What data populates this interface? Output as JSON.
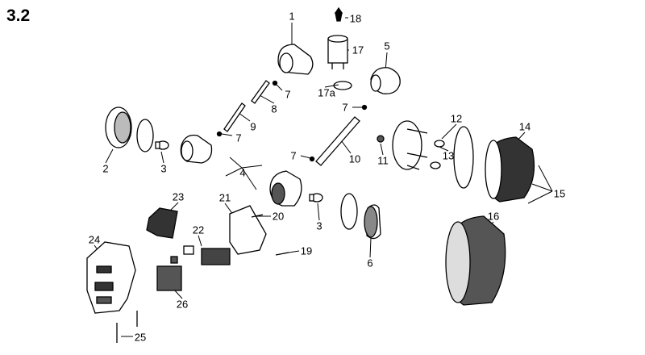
{
  "figure_number": "3.2",
  "labels": [
    "1",
    "18",
    "17",
    "5",
    "17a",
    "7",
    "8",
    "9",
    "7",
    "7",
    "2",
    "3",
    "4",
    "7",
    "10",
    "11",
    "12",
    "13",
    "14",
    "15",
    "16",
    "21",
    "20",
    "3",
    "23",
    "22",
    "24",
    "19",
    "6",
    "26",
    "25"
  ]
}
